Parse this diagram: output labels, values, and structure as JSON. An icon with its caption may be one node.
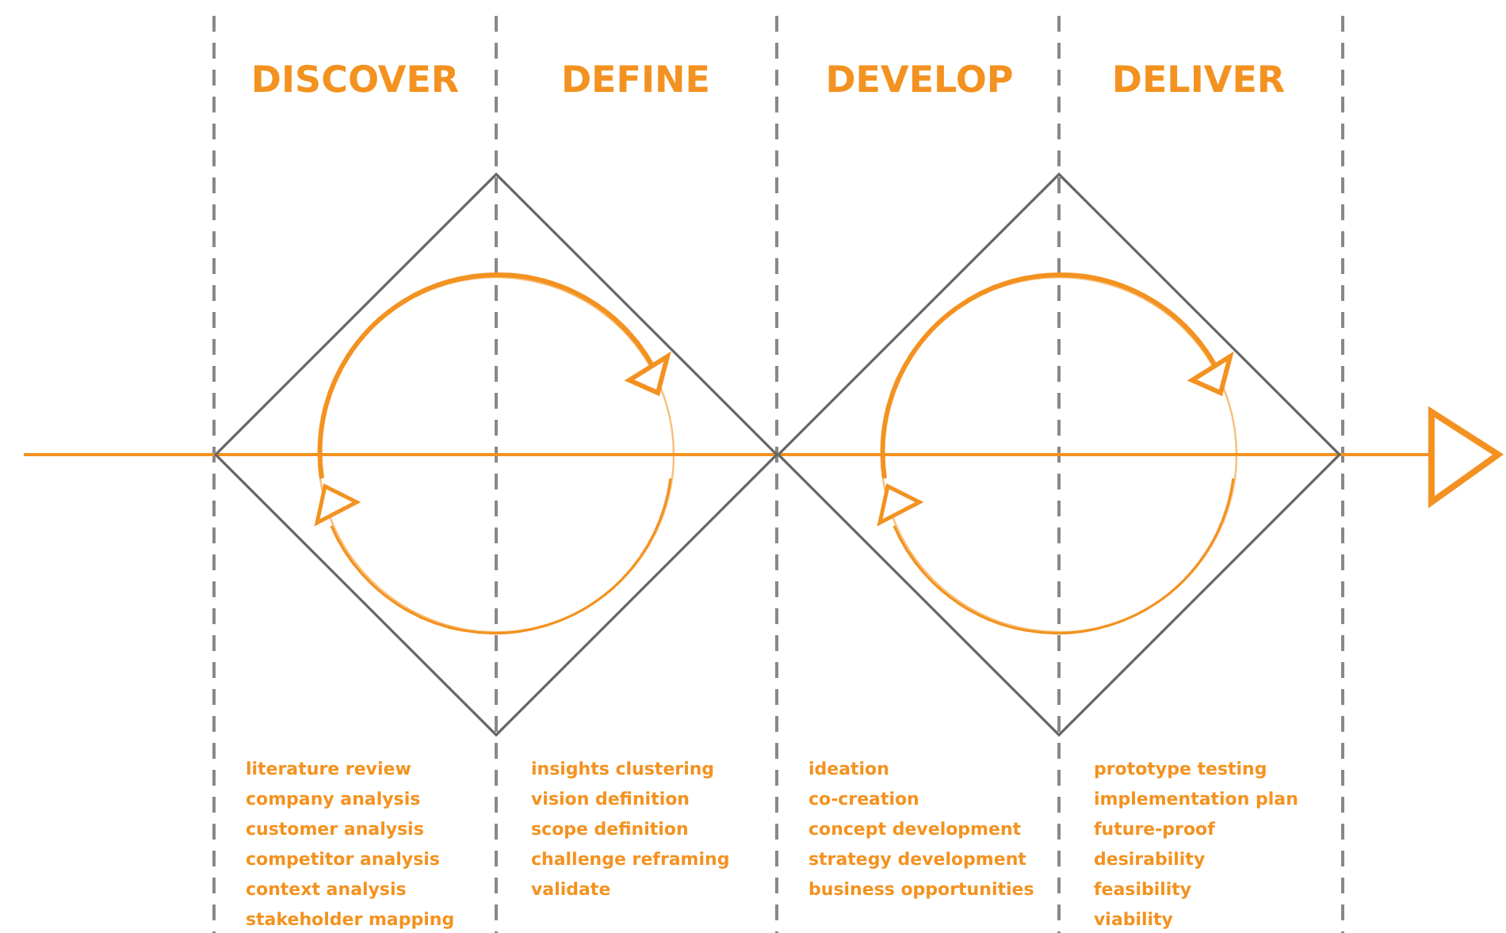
{
  "diagram": {
    "nodes": [
      {
        "text": [],
        "shape": "diamond"
      },
      {
        "text": [],
        "shape": "diamond"
      }
    ],
    "labels": [
      "DISCOVER",
      "DEFINE",
      "DEVELOP",
      "DELIVER",
      "literature review",
      "company analysis",
      "customer analysis",
      "competitor analysis",
      "context analysis",
      "stakeholder mapping",
      "insights clustering",
      "vision definition",
      "scope definition",
      "challenge reframing",
      "validate",
      "ideation",
      "co-creation",
      "concept development",
      "strategy development",
      "business opportunities",
      "prototype testing",
      "implementation plan",
      "future-proof",
      "desirability",
      "feasibility",
      "viability"
    ]
  }
}
